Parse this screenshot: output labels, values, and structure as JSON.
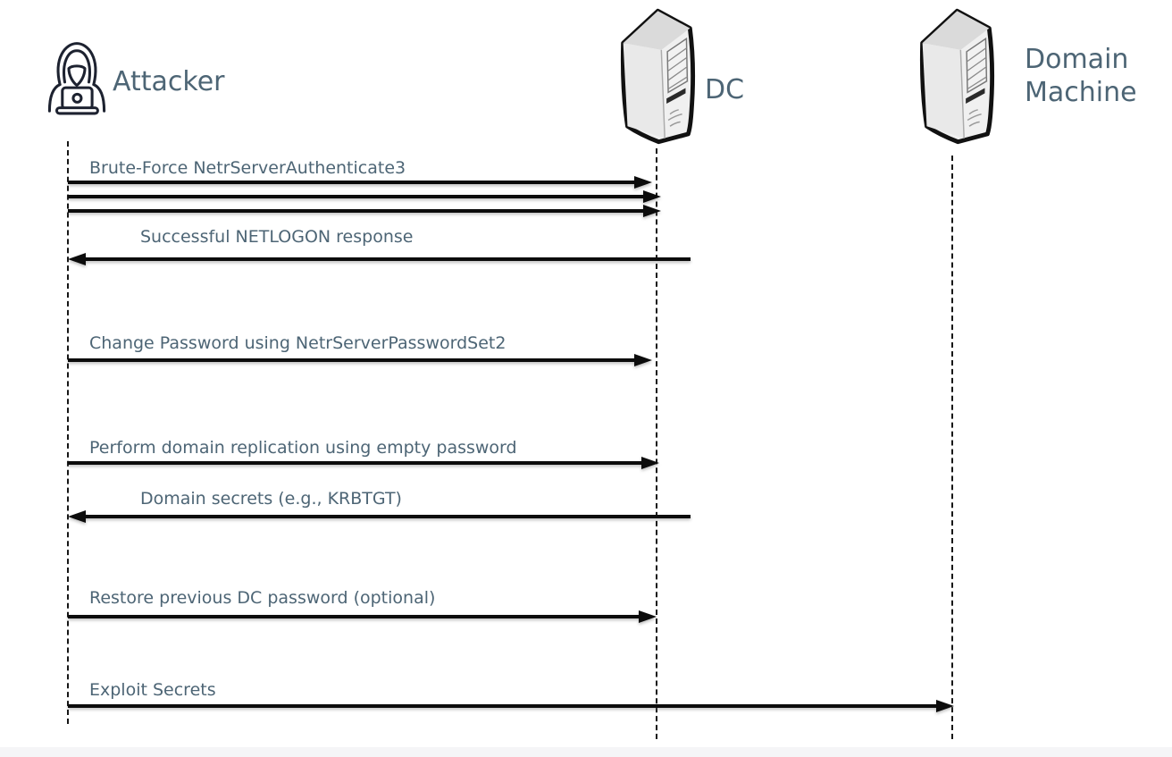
{
  "diagram_type": "sequence-diagram",
  "actors": [
    {
      "label": "Attacker",
      "icon": "hacker-icon"
    },
    {
      "label": "DC",
      "icon": "server-icon"
    },
    {
      "label": "Domain Machine",
      "icon": "server-icon"
    }
  ],
  "messages": [
    {
      "label": "Brute-Force NetrServerAuthenticate3",
      "from": "Attacker",
      "to": "DC",
      "direction": "right",
      "arrow_count": 3
    },
    {
      "label": "Successful NETLOGON response",
      "from": "DC",
      "to": "Attacker",
      "direction": "left",
      "arrow_count": 1
    },
    {
      "label": "Change Password using NetrServerPasswordSet2",
      "from": "Attacker",
      "to": "DC",
      "direction": "right",
      "arrow_count": 1
    },
    {
      "label": "Perform domain replication using empty password",
      "from": "Attacker",
      "to": "DC",
      "direction": "right",
      "arrow_count": 1
    },
    {
      "label": "Domain secrets (e.g., KRBTGT)",
      "from": "DC",
      "to": "Attacker",
      "direction": "left",
      "arrow_count": 1
    },
    {
      "label": "Restore previous DC password (optional)",
      "from": "Attacker",
      "to": "DC",
      "direction": "right",
      "arrow_count": 1
    },
    {
      "label": "Exploit Secrets",
      "from": "Attacker",
      "to": "Domain Machine",
      "direction": "right",
      "arrow_count": 1
    }
  ],
  "colors": {
    "label_text": "#4d6575",
    "arrow": "#0c0c0c",
    "lifeline": "#161616",
    "background": "#ffffff",
    "footer_band": "#f5f5f7"
  }
}
